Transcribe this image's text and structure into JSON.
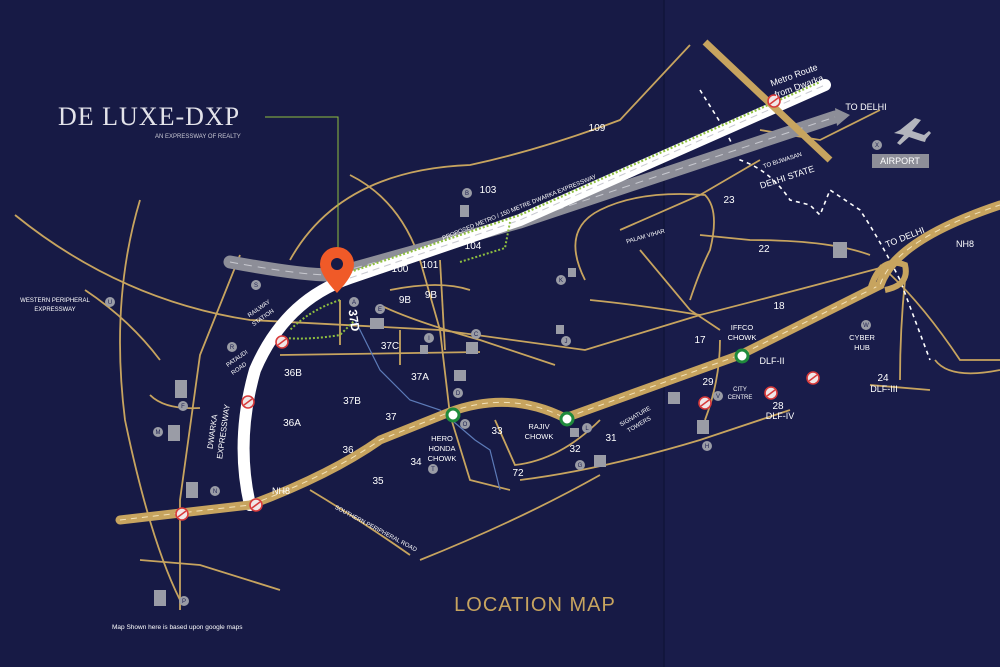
{
  "brand": {
    "name": "DE LUXE-DXP",
    "tagline": "AN EXPRESSWAY OF REALTY",
    "colors": {
      "background": "#171a45",
      "road": "#c7a45f",
      "expressway": "#ffffff",
      "metro": "#8fbf3f",
      "pin": "#f05a28"
    }
  },
  "map": {
    "title": "LOCATION MAP",
    "footnote": "Map Shown here is based upon google maps",
    "pin_sector": "37D"
  },
  "sectors": [
    "109",
    "103",
    "104",
    "100",
    "101",
    "9B",
    "9B",
    "37C",
    "36B",
    "37A",
    "37B",
    "37",
    "36A",
    "36",
    "35",
    "34",
    "33",
    "72",
    "32",
    "31",
    "29",
    "28",
    "17",
    "18",
    "22",
    "23",
    "24"
  ],
  "labels": {
    "metro_dwarka": [
      "Metro Route",
      "from Dwarka"
    ],
    "to_delhi_top": "TO DELHI",
    "to_bijwasan": "TO BIJWASAN",
    "delhi_state": "DELHI STATE",
    "airport": "AIRPORT",
    "palam_vihar": "PALAM VIHAR",
    "proposed_metro": "PROPOSED METRO / 150 METRE DWARKA EXPRESSWAY",
    "western_peripheral": [
      "WESTERN PERIPHERAL",
      "EXPRESSWAY"
    ],
    "railway_station": [
      "RAILWAY",
      "STATION"
    ],
    "pataudi_road": [
      "PATAUDI",
      "ROAD"
    ],
    "dwarka_expressway": [
      "DWARKA",
      "EXPRESSWAY"
    ],
    "nh8_left": "NH8",
    "nh8_right": "NH8",
    "to_delhi_right": "TO DELHI",
    "southern_peripheral": "SOUTHERN PERIPHERAL ROAD",
    "hero_honda_chowk": [
      "HERO",
      "HONDA",
      "CHOWK"
    ],
    "rajiv_chowk": [
      "RAJIV",
      "CHOWK"
    ],
    "iffco_chowk": [
      "IFFCO",
      "CHOWK"
    ],
    "signature_towers": [
      "SIGNATURE",
      "TOWERS"
    ],
    "city_centre": [
      "CITY",
      "CENTRE"
    ],
    "dlf_2": "DLF-II",
    "dlf_3": "DLF-III",
    "dlf_4": "DLF-IV",
    "cyber_hub": [
      "CYBER",
      "HUB"
    ]
  },
  "markers": [
    "A",
    "B",
    "C",
    "D",
    "E",
    "F",
    "G",
    "H",
    "I",
    "J",
    "K",
    "L",
    "M",
    "N",
    "O",
    "P",
    "R",
    "S",
    "T",
    "U",
    "V",
    "W",
    "X"
  ],
  "icons": [
    "location-pin-icon",
    "airplane-icon",
    "metro-station-icon",
    "building-icon",
    "toll-icon"
  ]
}
